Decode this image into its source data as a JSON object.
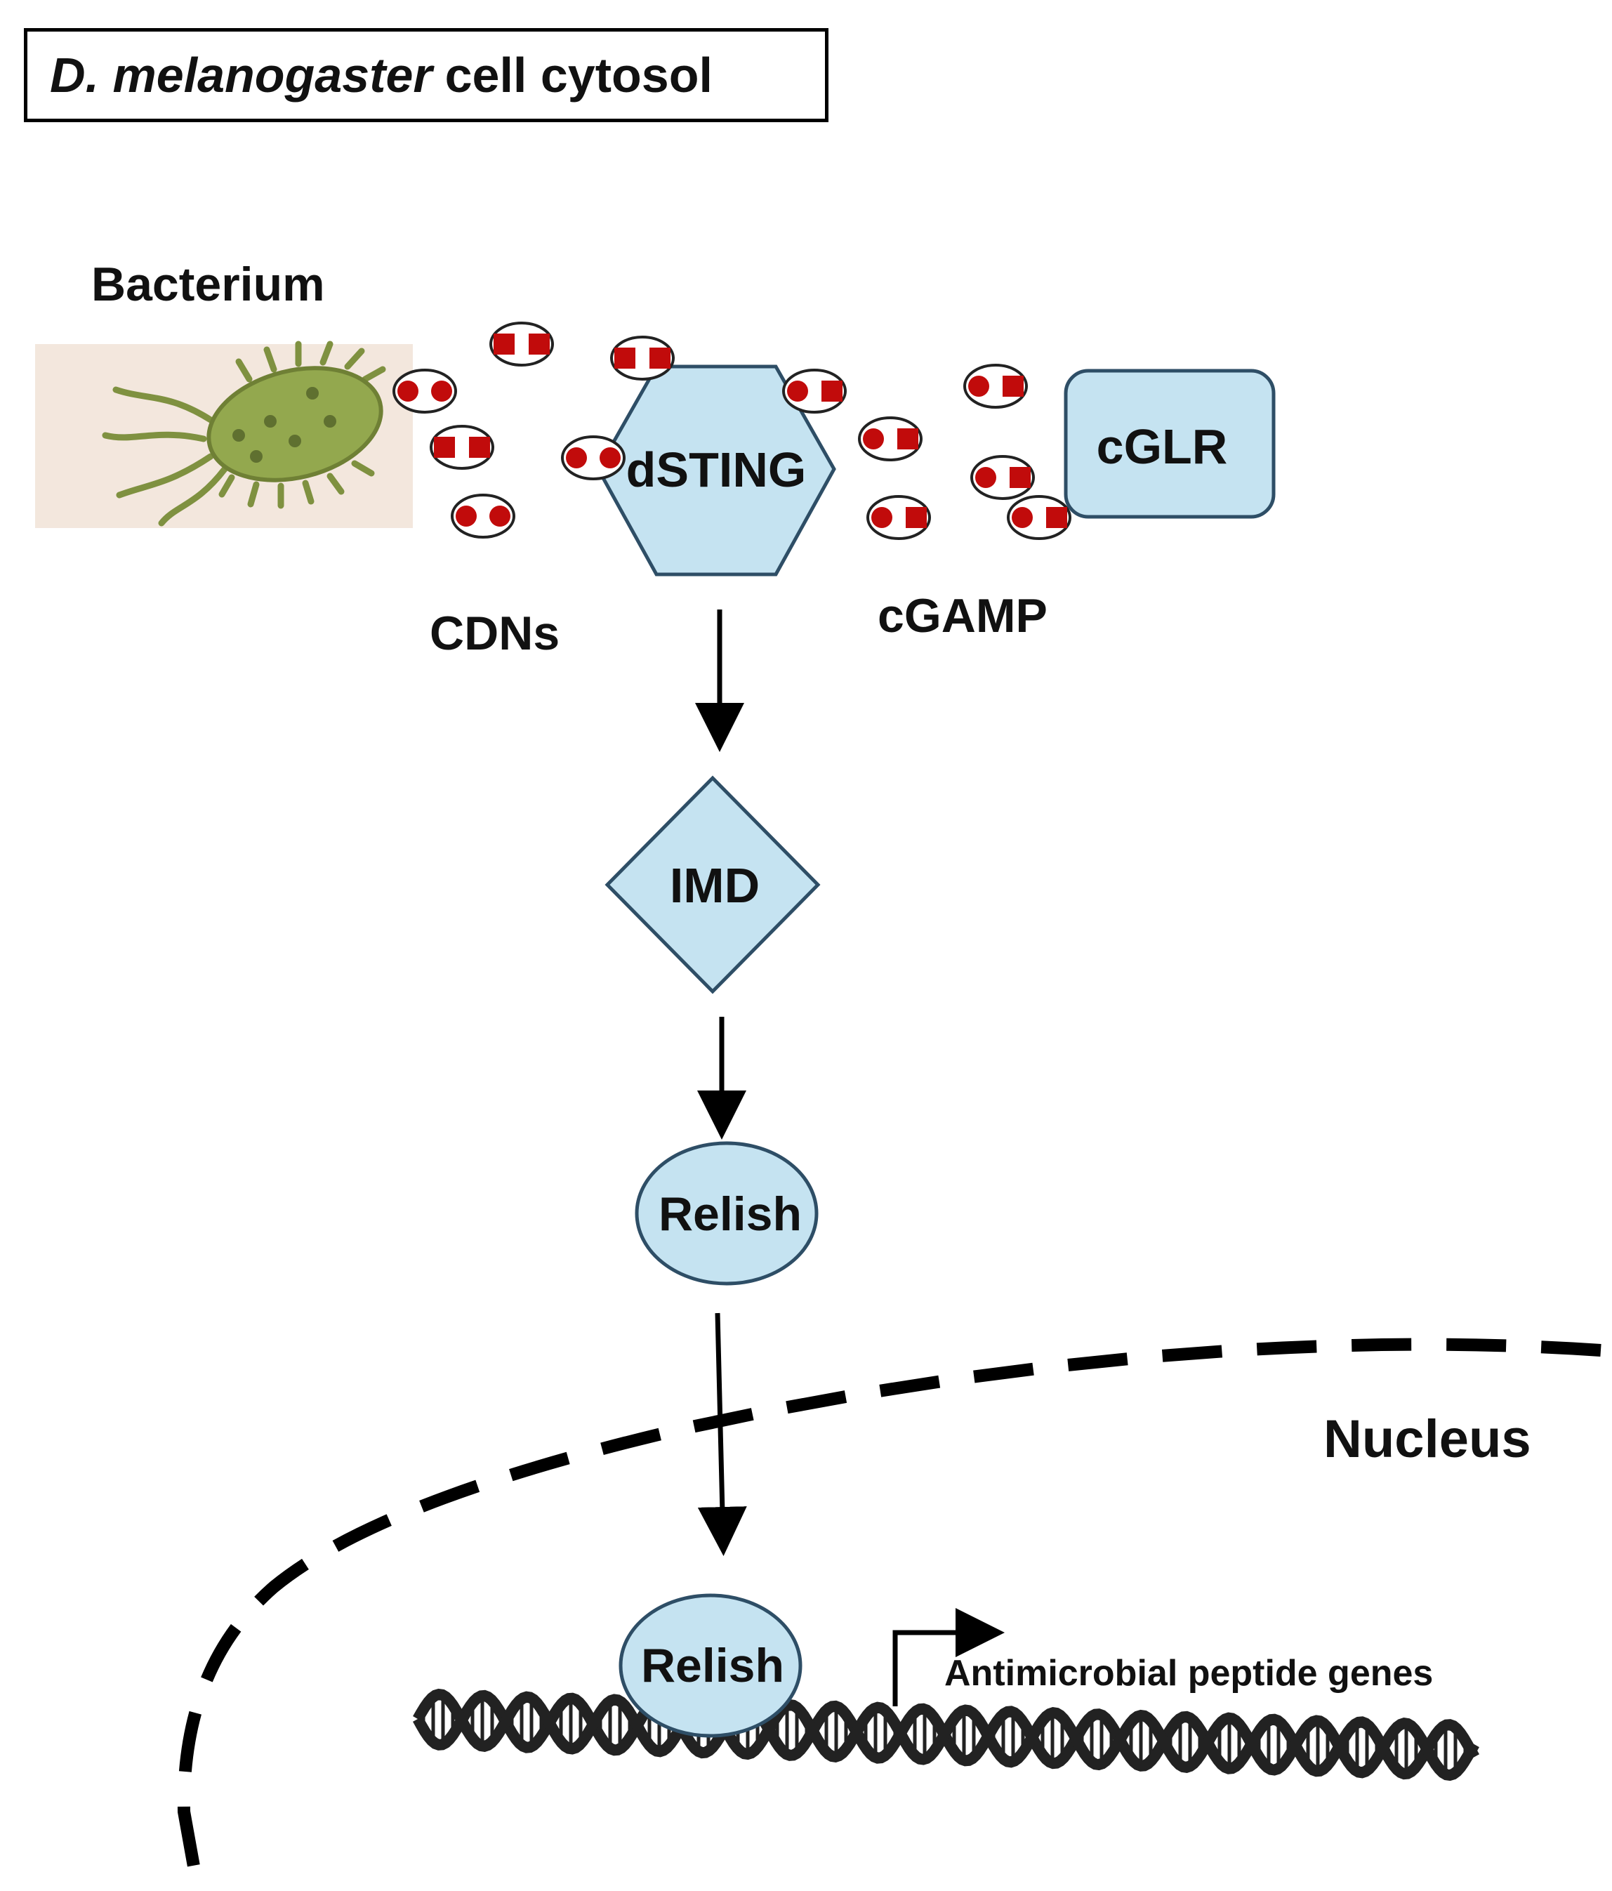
{
  "title": {
    "italic": "D. melanogaster",
    "rest": "cell cytosol"
  },
  "labels": {
    "bacterium": "Bacterium",
    "cdns": "CDNs",
    "cgamp": "cGAMP",
    "dsting": "dSTING",
    "cglr": "cGLR",
    "imd": "IMD",
    "relish_cytosol": "Relish",
    "relish_nucleus": "Relish",
    "nucleus": "Nucleus",
    "genes": "Antimicrobial peptide genes"
  },
  "colors": {
    "protein_fill": "#c5e3f1",
    "protein_stroke": "#2e4e66",
    "bacterium_body": "#93a84e",
    "bacterium_bg": "#f3e7dd",
    "ligand_red": "#c10b0b",
    "dna": "#222222"
  }
}
